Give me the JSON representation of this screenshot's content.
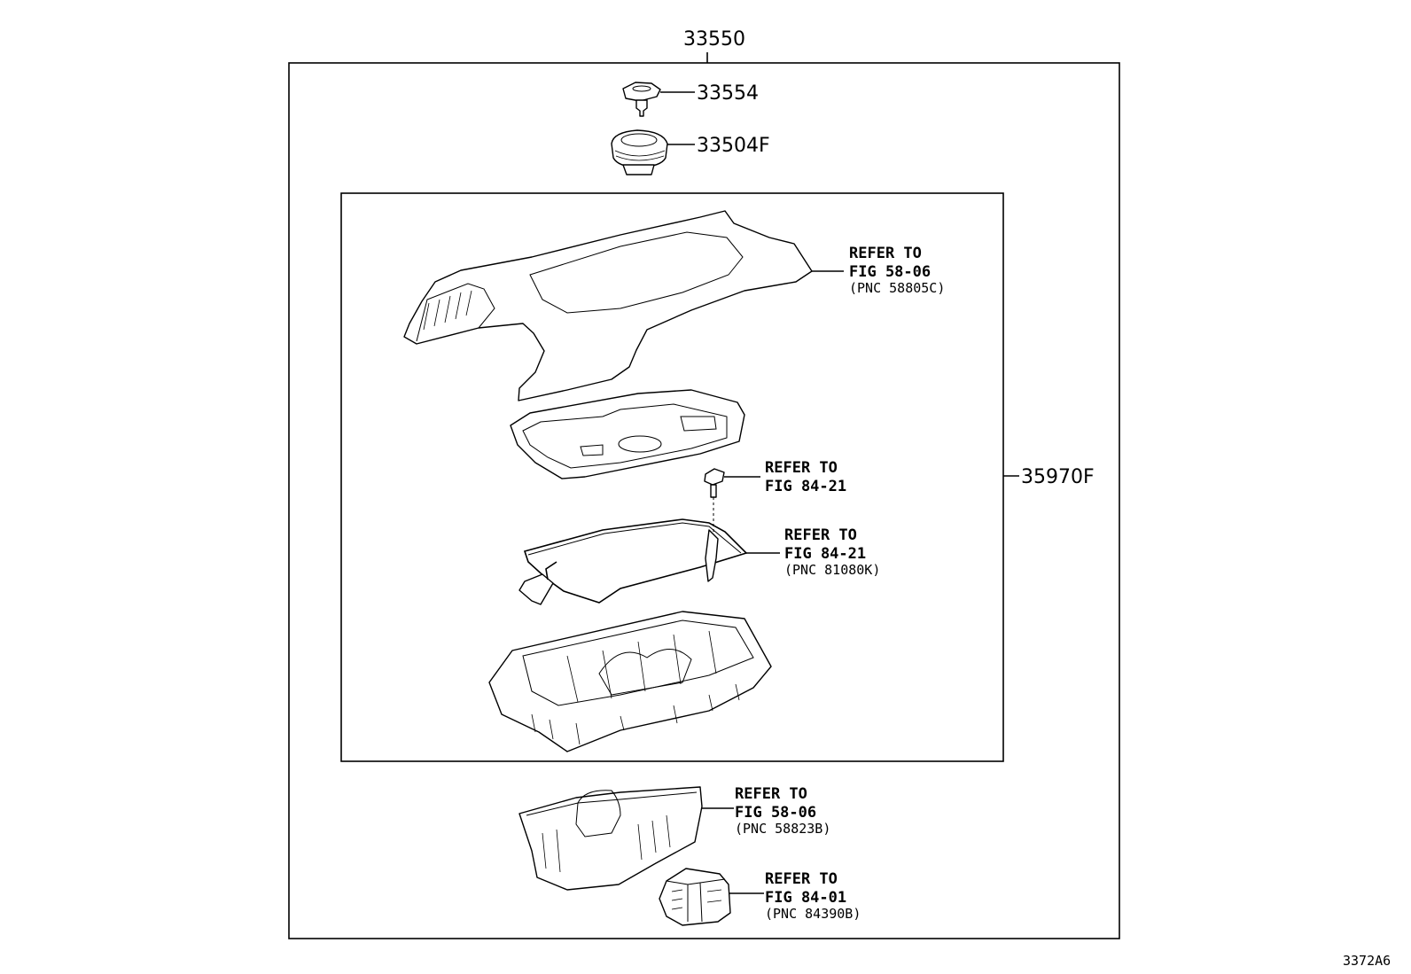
{
  "diagram": {
    "assembly_number": "33550",
    "sub_assembly_number": "35970F",
    "figure_code": "3372A6",
    "parts": [
      {
        "number": "33554",
        "icon": "shift-knob-icon"
      },
      {
        "number": "33504F",
        "icon": "shift-boot-icon"
      }
    ],
    "references": [
      {
        "line1": "REFER TO",
        "line2": "FIG 58-06",
        "pnc": "(PNC 58805C)",
        "icon": "console-panel-icon"
      },
      {
        "line1": "REFER TO",
        "line2": "FIG 84-21",
        "pnc": "",
        "icon": "screw-icon"
      },
      {
        "line1": "REFER TO",
        "line2": "FIG 84-21",
        "pnc": "(PNC 81080K)",
        "icon": "wire-harness-icon"
      },
      {
        "line1": "REFER TO",
        "line2": "FIG 58-06",
        "pnc": "(PNC 58823B)",
        "icon": "console-box-icon"
      },
      {
        "line1": "REFER TO",
        "line2": "FIG 84-01",
        "pnc": "(PNC 84390B)",
        "icon": "switch-icon"
      }
    ]
  }
}
